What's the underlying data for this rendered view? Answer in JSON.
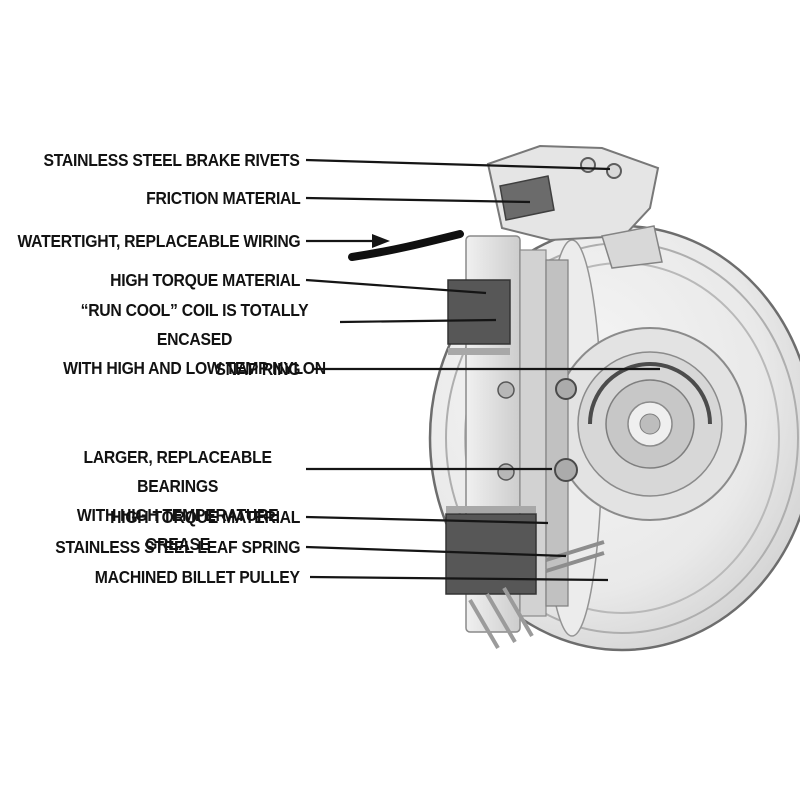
{
  "colors": {
    "background": "#ffffff",
    "callout_text": "#121212",
    "leader_line": "#151515",
    "metal_light": "#ececec",
    "metal_mid": "#c9c9c9",
    "coil_dark": "#575757",
    "wire_black": "#101010"
  },
  "diagram": {
    "callouts": [
      {
        "text": "STAINLESS STEEL BRAKE RIVETS"
      },
      {
        "text": "FRICTION MATERIAL"
      },
      {
        "text": "WATERTIGHT, REPLACEABLE WIRING"
      },
      {
        "text": "HIGH TORQUE MATERIAL"
      },
      {
        "text": "“RUN COOL” COIL IS TOTALLY ENCASED",
        "text2": "WITH HIGH AND LOW TEMP NYLON"
      },
      {
        "text": "SNAP RING"
      },
      {
        "text": "LARGER, REPLACEABLE BEARINGS",
        "text2": "WITH HIGH TEMPERATURE GREASE"
      },
      {
        "text": "HIGH TORQUE MATERIAL"
      },
      {
        "text": "STAINLESS STEEL LEAF SPRING"
      },
      {
        "text": "MACHINED BILLET PULLEY"
      }
    ]
  }
}
